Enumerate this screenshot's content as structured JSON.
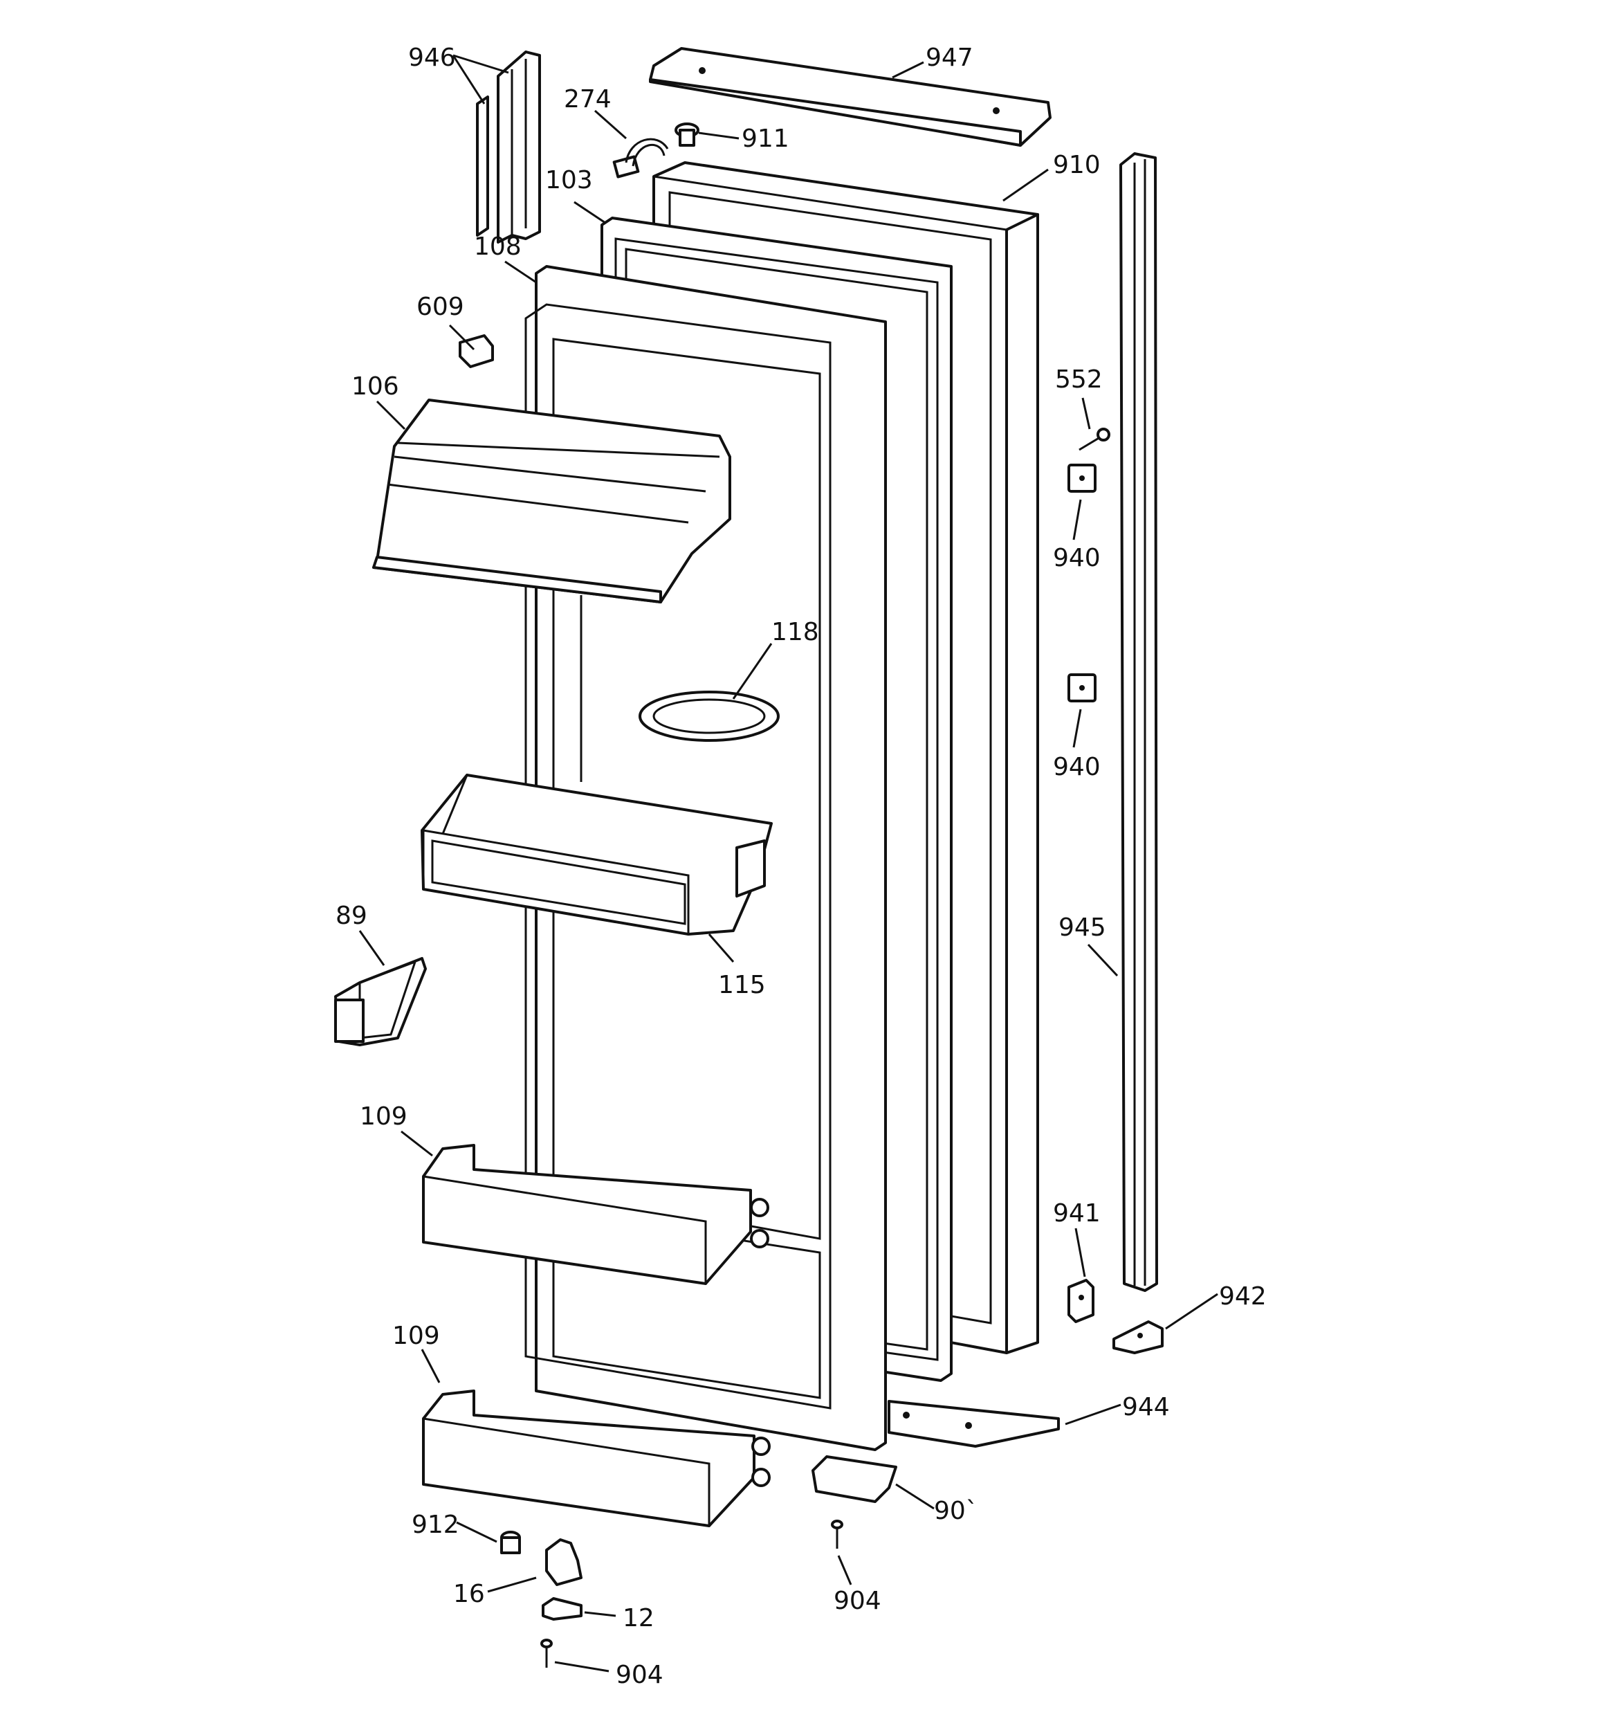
{
  "callouts": {
    "c946": "946",
    "c947": "947",
    "c274": "274",
    "c911": "911",
    "c910": "910",
    "c103": "103",
    "c108": "108",
    "c609": "609",
    "c106": "106",
    "c552": "552",
    "c940a": "940",
    "c940b": "940",
    "c118": "118",
    "c89": "89",
    "c115": "115",
    "c945": "945",
    "c109a": "109",
    "c109b": "109",
    "c941": "941",
    "c942": "942",
    "c944": "944",
    "c90": "90`",
    "c912": "912",
    "c16": "16",
    "c12": "12",
    "c904a": "904",
    "c904b": "904"
  }
}
